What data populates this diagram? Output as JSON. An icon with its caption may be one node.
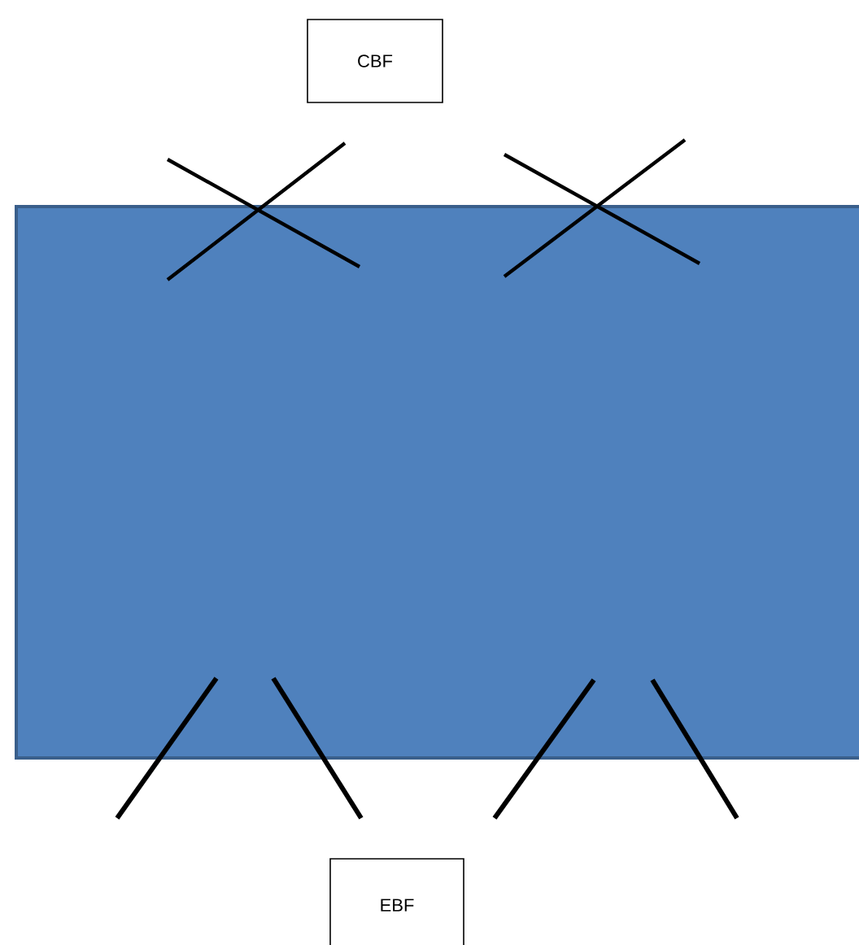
{
  "diagram": {
    "nodes": [
      {
        "text": [
          "CBF"
        ]
      },
      {
        "text": [],
        "shape": "box"
      },
      {
        "text": [
          "EBF"
        ]
      }
    ]
  }
}
